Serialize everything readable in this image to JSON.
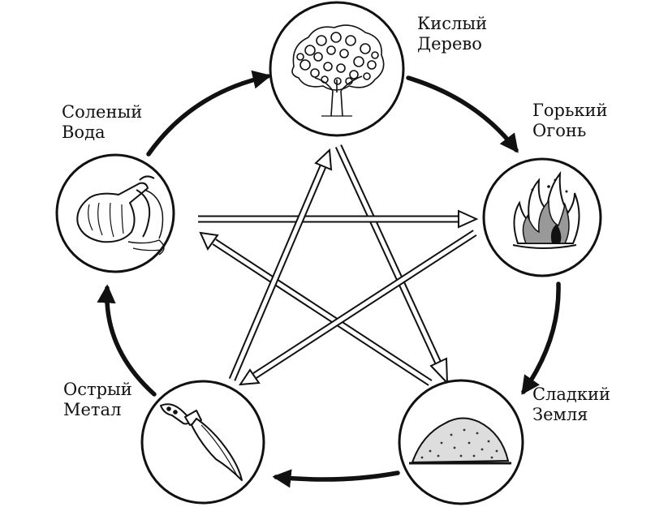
{
  "diagram": {
    "title": "Five elements cycle (generating and controlling)",
    "colors": {
      "ink": "#111111",
      "paper": "#ffffff"
    },
    "elements": [
      {
        "id": "wood",
        "taste": "Кислый",
        "element": "Дерево",
        "icon": "tree-icon"
      },
      {
        "id": "fire",
        "taste": "Горький",
        "element": "Огонь",
        "icon": "fire-icon"
      },
      {
        "id": "earth",
        "taste": "Сладкий",
        "element": "Земля",
        "icon": "earth-mound-icon"
      },
      {
        "id": "metal",
        "taste": "Острый",
        "element": "Метал",
        "icon": "knife-icon"
      },
      {
        "id": "water",
        "taste": "Соленый",
        "element": "Вода",
        "icon": "water-jug-icon"
      }
    ],
    "generating_cycle": [
      [
        "wood",
        "fire"
      ],
      [
        "fire",
        "earth"
      ],
      [
        "earth",
        "metal"
      ],
      [
        "metal",
        "water"
      ],
      [
        "water",
        "wood"
      ]
    ],
    "controlling_cycle": [
      [
        "wood",
        "earth"
      ],
      [
        "earth",
        "water"
      ],
      [
        "water",
        "fire"
      ],
      [
        "fire",
        "metal"
      ],
      [
        "metal",
        "wood"
      ]
    ]
  }
}
